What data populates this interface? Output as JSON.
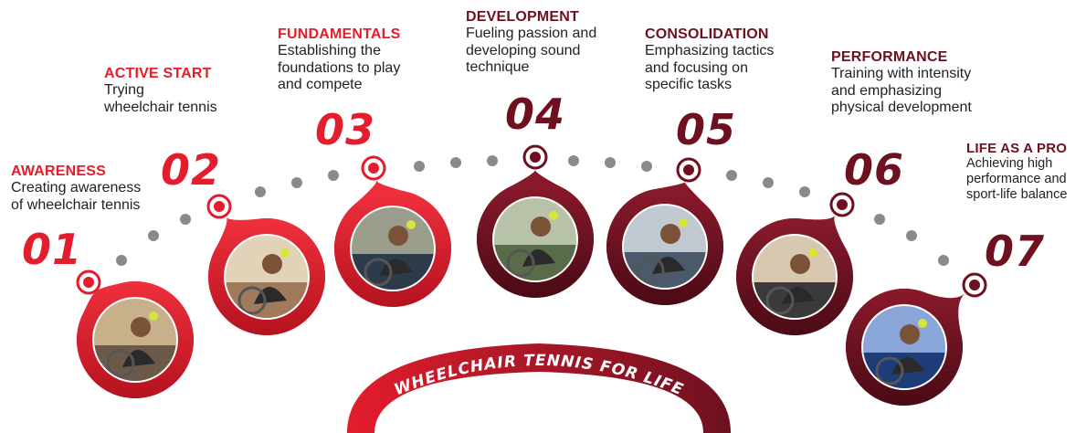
{
  "banner": {
    "text": "WHEELCHAIR TENNIS FOR LIFE"
  },
  "colors": {
    "red": "#e41d2d",
    "red_dark": "#b5121f",
    "maroon": "#6d1120",
    "maroon_dark": "#4a0a15",
    "dot_gray": "#8a8a8a"
  },
  "stages": [
    {
      "number": "01",
      "title": "AWARENESS",
      "desc": [
        "Creating awareness",
        "of wheelchair tennis"
      ],
      "photo": "wheelchair-wheel-with-tennis-balls"
    },
    {
      "number": "02",
      "title": "ACTIVE START",
      "desc": [
        "Trying",
        "wheelchair tennis"
      ],
      "photo": "child-in-wheelchair-with-racket"
    },
    {
      "number": "03",
      "title": "FUNDAMENTALS",
      "desc": [
        "Establishing the",
        "foundations to play",
        "and compete"
      ],
      "photo": "player-hitting-ball"
    },
    {
      "number": "04",
      "title": "DEVELOPMENT",
      "desc": [
        "Fueling passion and",
        "developing sound",
        "technique"
      ],
      "photo": "player-on-court-forehand"
    },
    {
      "number": "05",
      "title": "CONSOLIDATION",
      "desc": [
        "Emphasizing tactics",
        "and focusing on",
        "specific tasks"
      ],
      "photo": "child-player-swinging"
    },
    {
      "number": "06",
      "title": "PERFORMANCE",
      "desc": [
        "Training with intensity",
        "and emphasizing",
        "physical development"
      ],
      "photo": "player-close-up-with-ball"
    },
    {
      "number": "07",
      "title": "LIFE AS A PRO",
      "desc": [
        "Achieving high",
        "performance and",
        "sport-life balance"
      ],
      "photo": "pro-player-us-open"
    }
  ]
}
